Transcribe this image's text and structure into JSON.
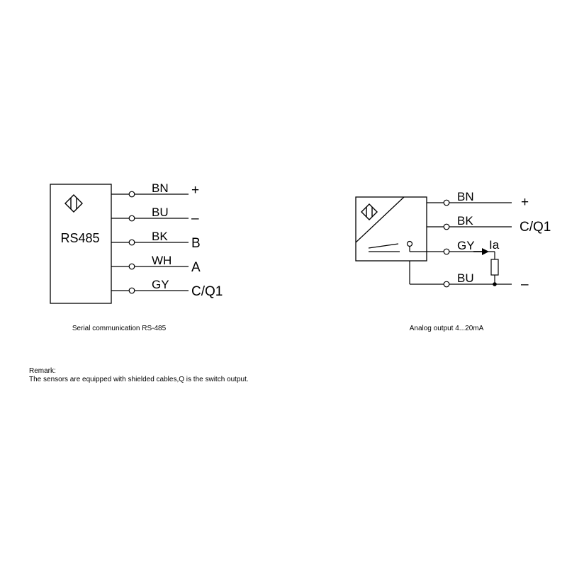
{
  "left_diagram": {
    "box_label": "RS485",
    "caption": "Serial communication RS-485",
    "wires": [
      {
        "code": "BN",
        "signal": "+"
      },
      {
        "code": "BU",
        "signal": "–"
      },
      {
        "code": "BK",
        "signal": "B"
      },
      {
        "code": "WH",
        "signal": "A"
      },
      {
        "code": "GY",
        "signal": "C/Q1"
      }
    ]
  },
  "right_diagram": {
    "caption": "Analog output 4...20mA",
    "current_label": "Ia",
    "wires": [
      {
        "code": "BN",
        "signal": "+"
      },
      {
        "code": "BK",
        "signal": "C/Q1"
      },
      {
        "code": "GY",
        "signal": ""
      },
      {
        "code": "BU",
        "signal": "–"
      }
    ]
  },
  "remark": {
    "title": "Remark:",
    "text": "The sensors are equipped with shielded cables,Q is the switch output."
  }
}
